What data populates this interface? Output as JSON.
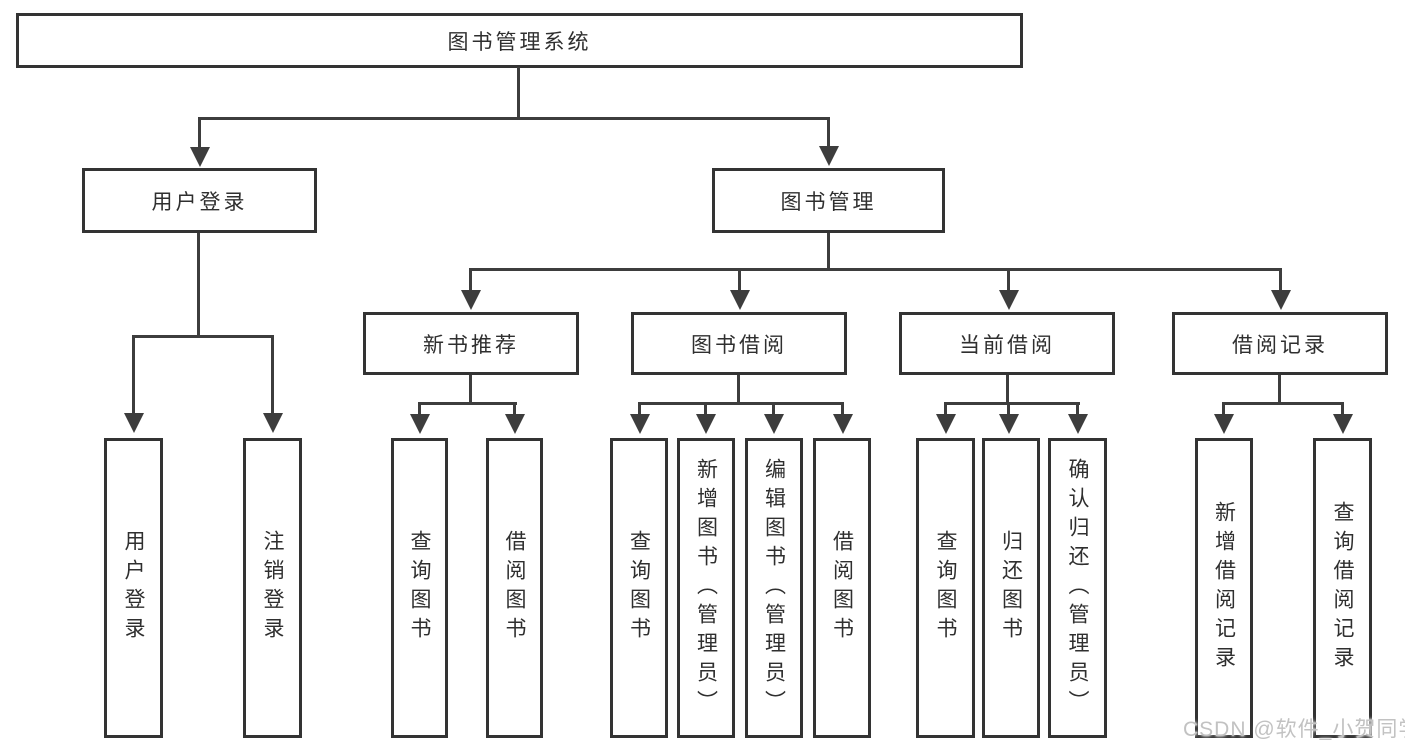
{
  "diagram_title": "图书管理系统",
  "tree": {
    "root": {
      "label": "图书管理系统",
      "children": [
        {
          "label": "用户登录",
          "children": [
            {
              "label": "用户登录"
            },
            {
              "label": "注销登录"
            }
          ]
        },
        {
          "label": "图书管理",
          "children": [
            {
              "label": "新书推荐",
              "children": [
                {
                  "label": "查询图书"
                },
                {
                  "label": "借阅图书"
                }
              ]
            },
            {
              "label": "图书借阅",
              "children": [
                {
                  "label": "查询图书"
                },
                {
                  "label": "新增图书（管理员）"
                },
                {
                  "label": "编辑图书（管理员）"
                },
                {
                  "label": "借阅图书"
                }
              ]
            },
            {
              "label": "当前借阅",
              "children": [
                {
                  "label": "查询图书"
                },
                {
                  "label": "归还图书"
                },
                {
                  "label": "确认归还（管理员）"
                }
              ]
            },
            {
              "label": "借阅记录",
              "children": [
                {
                  "label": "新增借阅记录"
                },
                {
                  "label": "查询借阅记录"
                }
              ]
            }
          ]
        }
      ]
    }
  },
  "watermark": "CSDN @软件_小贺同学",
  "colors": {
    "line": "#3d3d3d",
    "box_border": "#333333",
    "text": "#2f2f2f",
    "watermark": "#c2c2c2",
    "background": "#ffffff"
  }
}
